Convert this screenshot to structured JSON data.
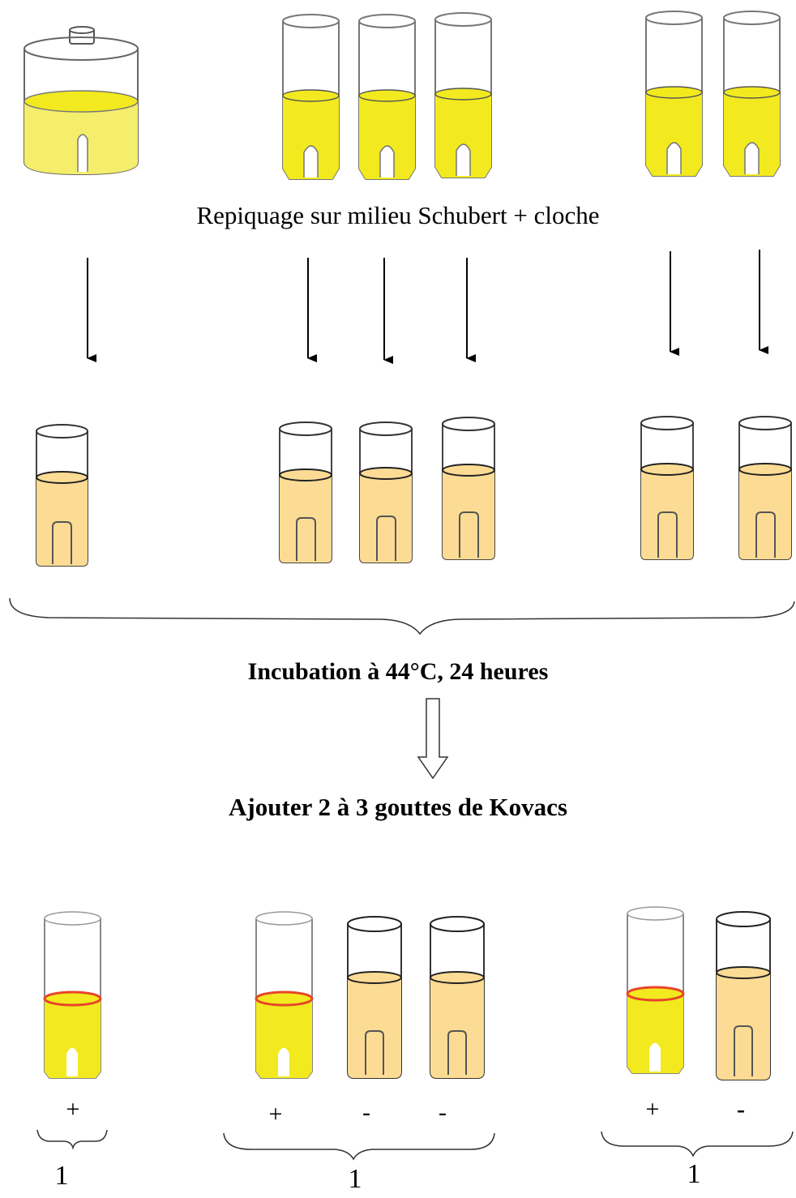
{
  "step1_label": "Repiquage sur milieu Schubert + cloche",
  "step2_label": "Incubation à 44°C, 24 heures",
  "step3_label": "Ajouter 2 à 3 gouttes de Kovacs",
  "colors": {
    "presumptive_medium": "#f2ea1e",
    "schubert_medium": "#fcdc94",
    "kovacs_ring": "#e8452a",
    "outline": "#333333"
  },
  "results": {
    "group1": {
      "signs": [
        "+"
      ],
      "count": "1"
    },
    "group2": {
      "signs": [
        "+",
        "-",
        "-"
      ],
      "count": "1"
    },
    "group3": {
      "signs": [
        "+",
        "-"
      ],
      "count": "1"
    }
  }
}
